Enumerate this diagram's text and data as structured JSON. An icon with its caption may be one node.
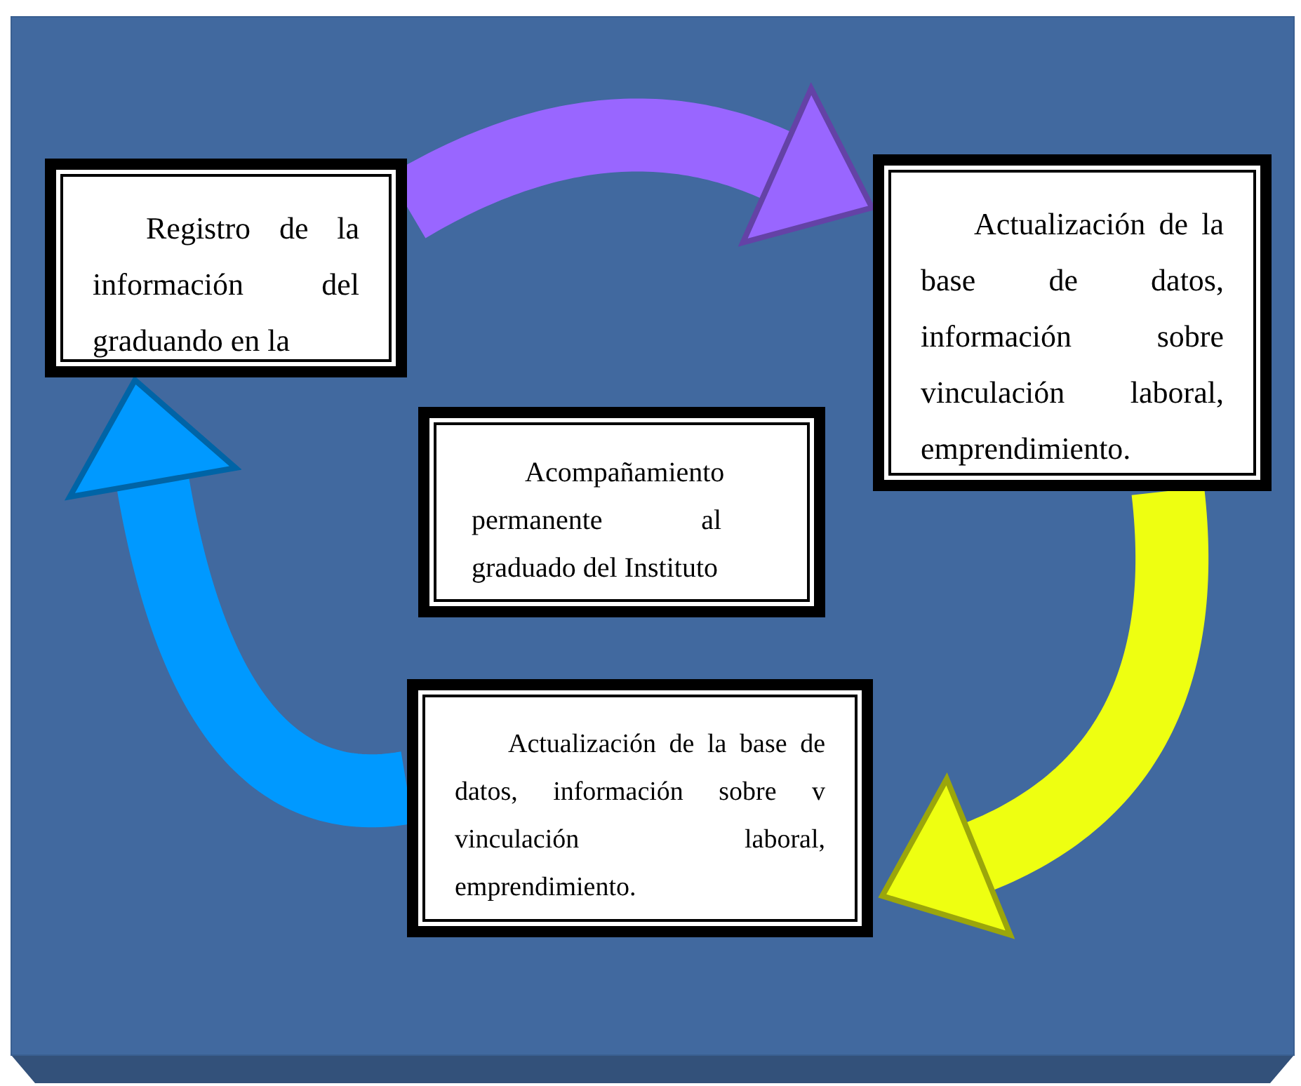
{
  "diagram": {
    "nodes": [
      {
        "text": [
          "Registro de la información del graduando en la"
        ]
      },
      {
        "text": [
          "Actualización de la base de datos, información sobre vinculación laboral, emprendimiento."
        ]
      },
      {
        "text": [
          "Acompañamiento permanente al graduado del Instituto"
        ]
      },
      {
        "text": [
          "Actualización de la base de datos, información sobre v vinculación laboral, emprendimiento."
        ]
      }
    ],
    "edges": [
      {
        "from": 0,
        "to": 1,
        "arrow": "to",
        "color": "#9966ff"
      },
      {
        "from": 1,
        "to": 3,
        "arrow": "to",
        "color": "#eeff11"
      },
      {
        "from": 3,
        "to": 0,
        "arrow": "to",
        "color": "#0099ff"
      }
    ]
  }
}
